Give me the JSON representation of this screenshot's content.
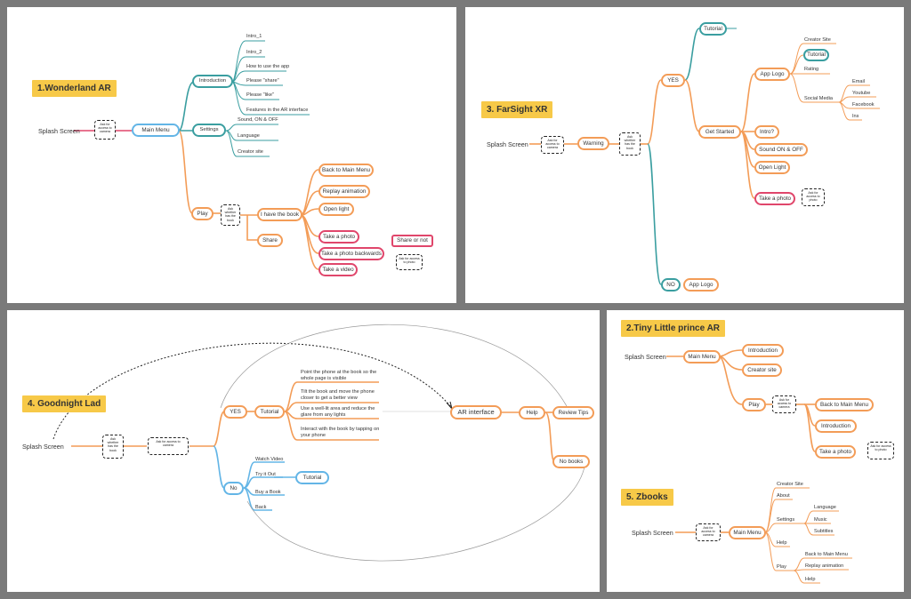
{
  "colors": {
    "orange": "#f39c57",
    "teal": "#3a9ea0",
    "blue": "#63b5e6",
    "red": "#e0466b",
    "yellow": "#f7c948"
  },
  "p1": {
    "title": "1.Wonderland AR",
    "root": "Splash Screen",
    "note_camera": "Ask for access to camera",
    "main_menu": "Main Menu",
    "introduction": "Introduction",
    "intro_items": [
      "Intro_1",
      "Intro_2",
      "How to use the app",
      "Please \"share\"",
      "Please \"like\"",
      "Features in the AR interface"
    ],
    "settings": "Settings",
    "settings_items": [
      "Sound, ON & OFF",
      "Language",
      "Creator site"
    ],
    "play": "Play",
    "note_book": "Ask whether has the book",
    "have_book": "I have the book",
    "share": "Share",
    "book_items": [
      "Back to Main Menu",
      "Replay animation",
      "Open light",
      "Take a photo",
      "Take a photo backwards",
      "Take a video"
    ],
    "share_or_not": "Share or not",
    "note_photo": "Ask for access to photo"
  },
  "p3": {
    "title": "3. FarSight XR",
    "root": "Splash Screen",
    "note_camera": "Ask for access to camera",
    "warning": "Warning",
    "note_book": "Ask whether has the book",
    "yes": "YES",
    "no": "NO",
    "tutorial_top": "Tutorial",
    "get_started": "Get Started",
    "app_logo": "App Logo",
    "logo_items": [
      "Creator Site",
      "Tutorial",
      "Rating",
      "Social Media"
    ],
    "social_items": [
      "Email",
      "Youtube",
      "Facebook",
      "Ins"
    ],
    "intro": "Intro?",
    "sound": "Sound ON & OFF",
    "open_light": "Open Light",
    "take_photo": "Take a photo",
    "note_photo": "Ask for access to photo",
    "app_logo_no": "App Logo"
  },
  "p4": {
    "title": "4. Goodnight Lad",
    "root": "Splash Screen",
    "note_book": "Ask whether has the book",
    "note_camera": "Ask for access to camera",
    "yes": "YES",
    "no": "No",
    "tutorial": "Tutorial",
    "tips": [
      "Point the phone at the book so the whole page is visible",
      "Tilt the book and move the phone closer to get a better view",
      "Use a well-lit area and reduce the glare from any lights",
      "Interact with the book by tapping on your phone"
    ],
    "ar_interface": "AR interface",
    "help": "Help",
    "review_tips": "Review Tips",
    "no_books": "No books",
    "no_items": [
      "Watch Video",
      "Try it Out",
      "Buy a Book",
      "Back"
    ],
    "tutorial_no": "Tutorial"
  },
  "p2": {
    "title": "2.Tiny Little prince AR",
    "root": "Splash Screen",
    "main_menu": "Main Menu",
    "introduction": "Introduction",
    "creator": "Creator site",
    "play": "Play",
    "note_camera": "Ask for access to camera",
    "play_items": [
      "Back to Main Menu",
      "Introduction",
      "Take a photo"
    ],
    "note_photo": "Ask for access to photo"
  },
  "p5": {
    "title": "5. Zbooks",
    "root": "Splash Screen",
    "note_camera": "Ask for access to camera",
    "main_menu": "Main Menu",
    "items": [
      "Creator Site",
      "About",
      "Settings",
      "Help",
      "Play"
    ],
    "settings_items": [
      "Language",
      "Music",
      "Subtitles"
    ],
    "play_items": [
      "Back to Main Menu",
      "Replay animation",
      "Help"
    ]
  }
}
